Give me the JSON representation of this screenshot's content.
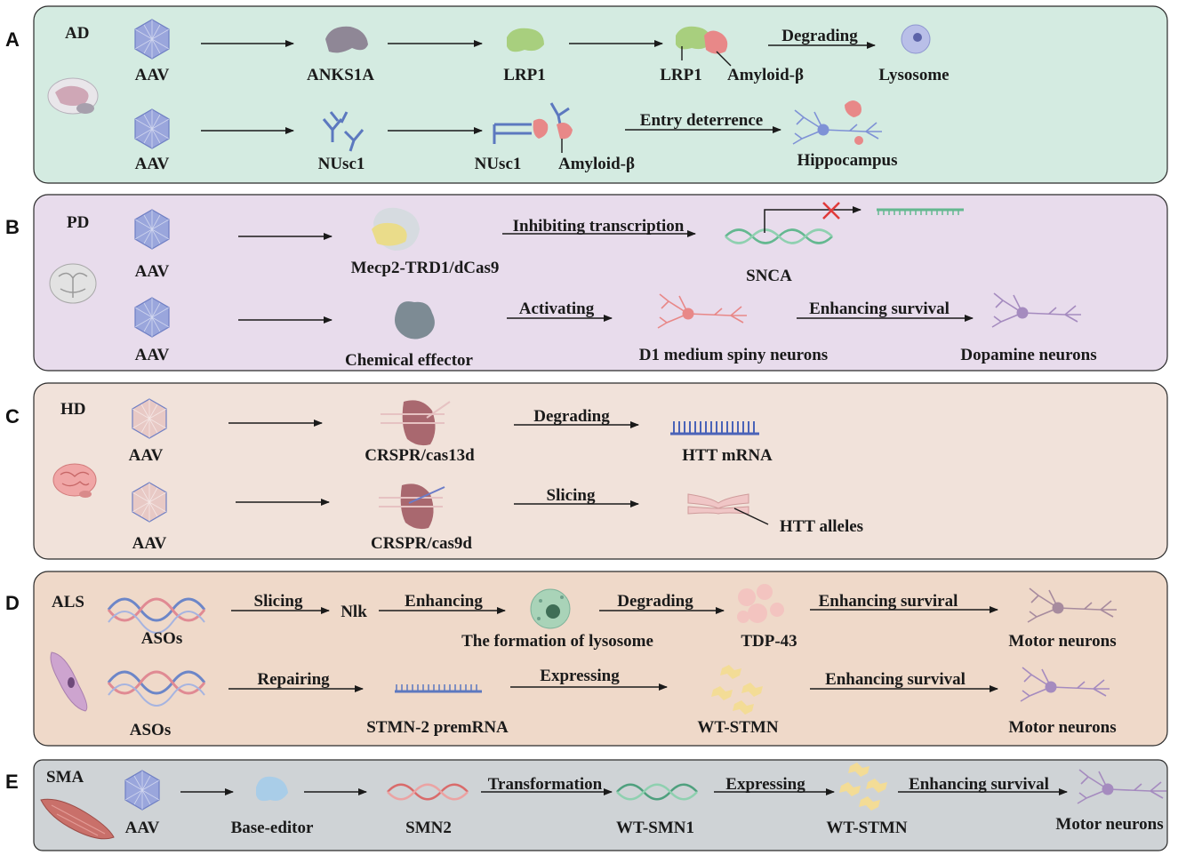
{
  "colors": {
    "panel_A": "#d4ebe1",
    "panel_B": "#e8dcec",
    "panel_C": "#f1e2da",
    "panel_D": "#efd9c9",
    "panel_E": "#cfd3d6",
    "aav_blue": "#9aa6dc",
    "aav_pink": "#e8c9c5",
    "dna_blue": "#6c86c8",
    "dna_pink": "#e08a93",
    "dna_green": "#64b890",
    "protein_red": "#e88888"
  },
  "panels": [
    {
      "letter": "A",
      "disease": "AD",
      "organ_icon": "brain-sagittal-icon",
      "rows": [
        {
          "labels": [
            "AAV",
            "ANKS1A",
            "LRP1",
            "LRP1",
            "Amyloid-β",
            "Lysosome"
          ],
          "arrow_labels": [
            "Degrading"
          ]
        },
        {
          "labels": [
            "AAV",
            "NUsc1",
            "NUsc1",
            "Amyloid-β",
            "Hippocampus"
          ],
          "arrow_labels": [
            "Entry deterrence"
          ]
        }
      ]
    },
    {
      "letter": "B",
      "disease": "PD",
      "organ_icon": "brain-coronal-icon",
      "rows": [
        {
          "labels": [
            "AAV",
            "Mecp2-TRD1/dCas9",
            "SNCA"
          ],
          "arrow_labels": [
            "Inhibiting transcription"
          ]
        },
        {
          "labels": [
            "AAV",
            "Chemical effector",
            "D1 medium spiny neurons",
            "Dopamine neurons"
          ],
          "arrow_labels": [
            "Activating",
            "Enhancing survival"
          ]
        }
      ]
    },
    {
      "letter": "C",
      "disease": "HD",
      "organ_icon": "brain-icon",
      "rows": [
        {
          "labels": [
            "AAV",
            "CRSPR/cas13d",
            "HTT mRNA"
          ],
          "arrow_labels": [
            "Degrading"
          ]
        },
        {
          "labels": [
            "AAV",
            "CRSPR/cas9d",
            "HTT alleles"
          ],
          "arrow_labels": [
            "Slicing"
          ]
        }
      ]
    },
    {
      "letter": "D",
      "disease": "ALS",
      "organ_icon": "cell-icon",
      "rows": [
        {
          "labels": [
            "ASOs",
            "Nlk",
            "The formation of lysosome",
            "TDP-43",
            "Motor neurons"
          ],
          "arrow_labels": [
            "Slicing",
            "Enhancing",
            "Degrading",
            "Enhancing surviral"
          ]
        },
        {
          "labels": [
            "ASOs",
            "STMN-2 premRNA",
            "WT-STMN",
            "Motor neurons"
          ],
          "arrow_labels": [
            "Repairing",
            "Expressing",
            "Enhancing survival"
          ]
        }
      ]
    },
    {
      "letter": "E",
      "disease": "SMA",
      "organ_icon": "muscle-icon",
      "rows": [
        {
          "labels": [
            "AAV",
            "Base-editor",
            "SMN2",
            "WT-SMN1",
            "WT-STMN",
            "Motor neurons"
          ],
          "arrow_labels": [
            "Transformation",
            "Expressing",
            "Enhancing survival"
          ]
        }
      ]
    }
  ]
}
